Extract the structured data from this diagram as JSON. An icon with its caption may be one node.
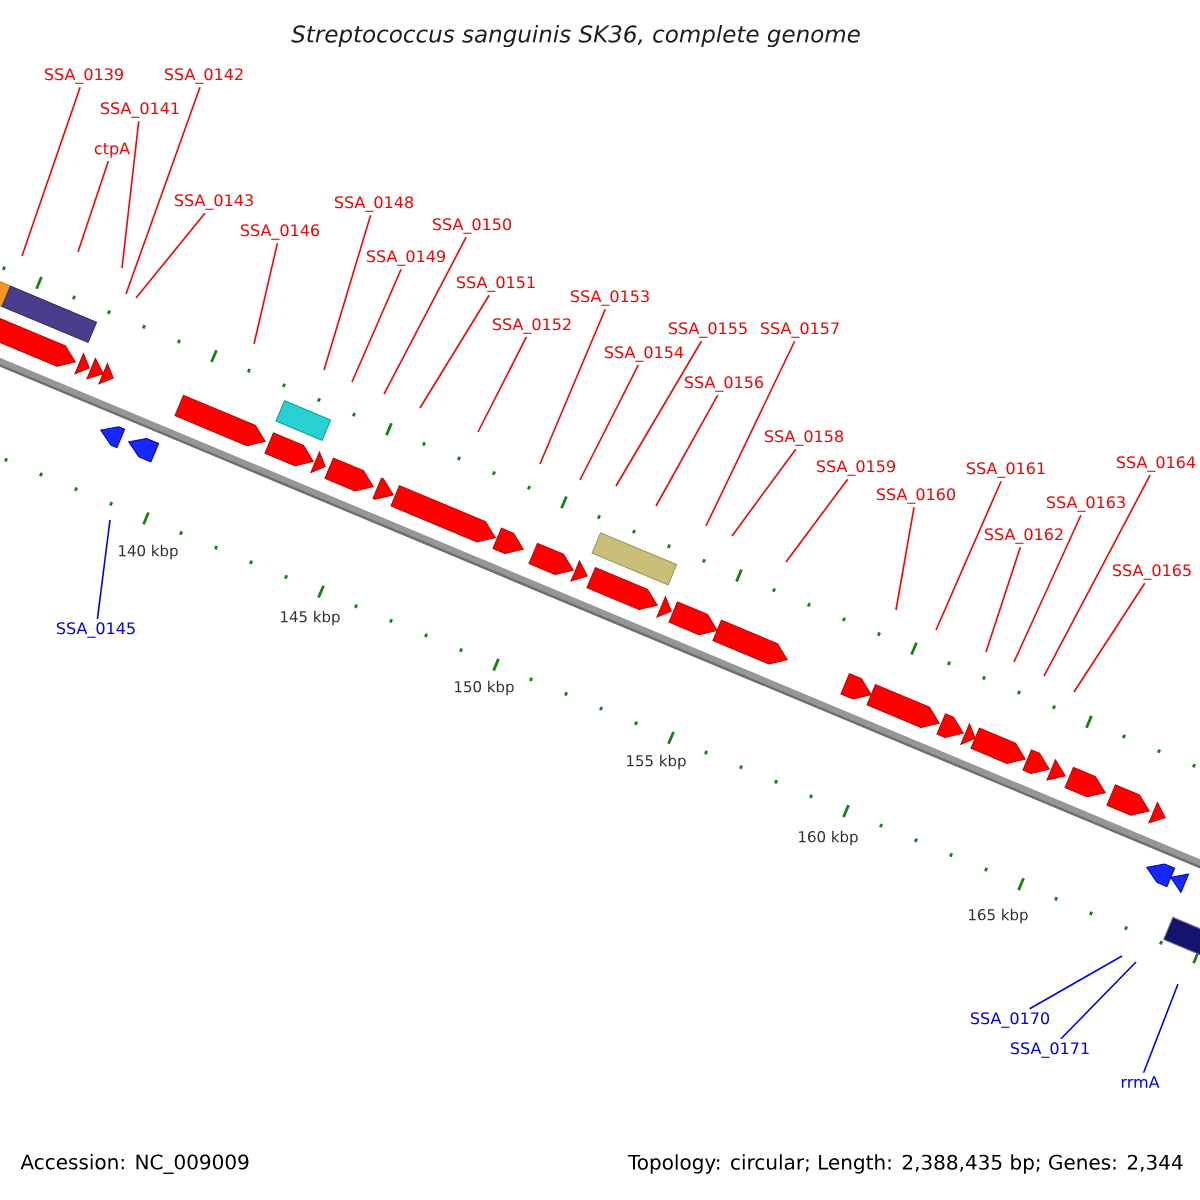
{
  "diagram": {
    "title": "Streptococcus sanguinis SK36, complete genome",
    "nodes": [
      {
        "text": [
          "SSA_0139"
        ]
      },
      {
        "text": [
          "SSA_0142"
        ]
      },
      {
        "text": [
          "SSA_0141"
        ]
      },
      {
        "text": [
          "ctpA"
        ]
      },
      {
        "text": [
          "SSA_0143"
        ]
      },
      {
        "text": [
          "SSA_0146"
        ]
      },
      {
        "text": [
          "SSA_0148"
        ]
      },
      {
        "text": [
          "SSA_0150"
        ]
      },
      {
        "text": [
          "SSA_0149"
        ]
      },
      {
        "text": [
          "SSA_0151"
        ]
      },
      {
        "text": [
          "SSA_0153"
        ]
      },
      {
        "text": [
          "SSA_0152"
        ]
      },
      {
        "text": [
          "SSA_0155"
        ]
      },
      {
        "text": [
          "SSA_0157"
        ]
      },
      {
        "text": [
          "SSA_0154"
        ]
      },
      {
        "text": [
          "SSA_0156"
        ]
      },
      {
        "text": [
          "SSA_0158"
        ]
      },
      {
        "text": [
          "SSA_0164"
        ]
      },
      {
        "text": [
          "SSA_0159"
        ]
      },
      {
        "text": [
          "SSA_0161"
        ]
      },
      {
        "text": [
          "SSA_0160"
        ]
      },
      {
        "text": [
          "SSA_0163"
        ]
      },
      {
        "text": [
          "SSA_0162"
        ]
      },
      {
        "text": [
          "SSA_0165"
        ]
      },
      {
        "text": [
          "SSA_0145"
        ]
      },
      {
        "text": [
          "SSA_0170"
        ]
      },
      {
        "text": [
          "SSA_0171"
        ]
      },
      {
        "text": [
          "rrmA"
        ]
      }
    ],
    "edges": [
      {
        "from": 0,
        "to": null,
        "arrow": "none"
      },
      {
        "from": 1,
        "to": null,
        "arrow": "none"
      },
      {
        "from": 2,
        "to": null,
        "arrow": "none"
      },
      {
        "from": 3,
        "to": null,
        "arrow": "none"
      },
      {
        "from": 4,
        "to": null,
        "arrow": "none"
      },
      {
        "from": 5,
        "to": null,
        "arrow": "none"
      },
      {
        "from": 6,
        "to": null,
        "arrow": "none"
      },
      {
        "from": 7,
        "to": null,
        "arrow": "none"
      },
      {
        "from": 8,
        "to": null,
        "arrow": "none"
      },
      {
        "from": 9,
        "to": null,
        "arrow": "none"
      },
      {
        "from": 10,
        "to": null,
        "arrow": "none"
      },
      {
        "from": 11,
        "to": null,
        "arrow": "none"
      },
      {
        "from": 12,
        "to": null,
        "arrow": "none"
      },
      {
        "from": 13,
        "to": null,
        "arrow": "none"
      },
      {
        "from": 14,
        "to": null,
        "arrow": "none"
      },
      {
        "from": 15,
        "to": null,
        "arrow": "none"
      },
      {
        "from": 16,
        "to": null,
        "arrow": "none"
      },
      {
        "from": 17,
        "to": null,
        "arrow": "none"
      },
      {
        "from": 18,
        "to": null,
        "arrow": "none"
      },
      {
        "from": 19,
        "to": null,
        "arrow": "none"
      },
      {
        "from": 20,
        "to": null,
        "arrow": "none"
      },
      {
        "from": 21,
        "to": null,
        "arrow": "none"
      },
      {
        "from": 22,
        "to": null,
        "arrow": "none"
      },
      {
        "from": 23,
        "to": null,
        "arrow": "none"
      },
      {
        "from": 24,
        "to": null,
        "arrow": "none",
        "color": "#0000ff"
      },
      {
        "from": 25,
        "to": null,
        "arrow": "none",
        "color": "#0000ff"
      },
      {
        "from": 26,
        "to": null,
        "arrow": "none",
        "color": "#0000ff"
      },
      {
        "from": 27,
        "to": null,
        "arrow": "none",
        "color": "#0000ff"
      }
    ],
    "labels": [
      "140 kbp",
      "145 kbp",
      "150 kbp",
      "155 kbp",
      "160 kbp",
      "165 kbp",
      "Accession: NC_009009",
      "Topology: circular; Length: 2,388,435 bp; Genes: 2,344"
    ]
  }
}
